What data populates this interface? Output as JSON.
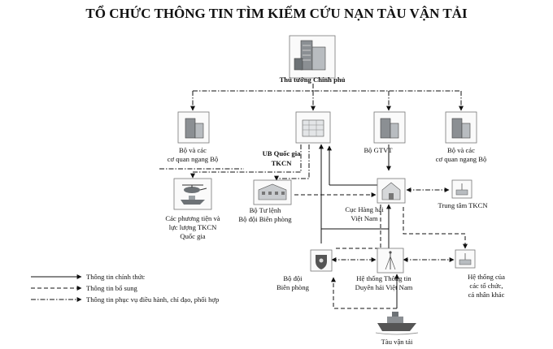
{
  "title": "TỔ CHỨC THÔNG TIN TÌM KIẾM CỨU NẠN TÀU VẬN TẢI",
  "nodes": {
    "pm": "Thủ tướng Chính phủ",
    "ministries_left": [
      "Bộ và các",
      "cơ quan ngang Bộ"
    ],
    "ub": [
      "UB Quốc gia",
      "TKCN"
    ],
    "bo_gtvt": "Bộ GTVT",
    "ministries_right": [
      "Bộ và các",
      "cơ quan ngang Bộ"
    ],
    "forces": [
      "Các phương tiện và",
      "lực lượng TKCN",
      "Quốc gia"
    ],
    "border_cmd": [
      "Bộ Tư lệnh",
      "Bộ đội Biên phòng"
    ],
    "maritime": [
      "Cục Hàng hải",
      "Việt Nam"
    ],
    "rescue_center": "Trung tâm TKCN",
    "border_guard": [
      "Bộ đội",
      "Biên phòng"
    ],
    "info_system": [
      "Hệ thống Thông tin",
      "Duyên hải Việt Nam"
    ],
    "org_system": [
      "Hệ thống của",
      "các tổ chức,",
      "cá nhân khác"
    ],
    "ship": "Tàu vận tải"
  },
  "legend": {
    "official": "Thông tin chính thức",
    "supplementary": "Thông tin bổ sung",
    "coordination": "Thông tin phục vụ điều hành, chỉ đạo, phối hợp"
  }
}
